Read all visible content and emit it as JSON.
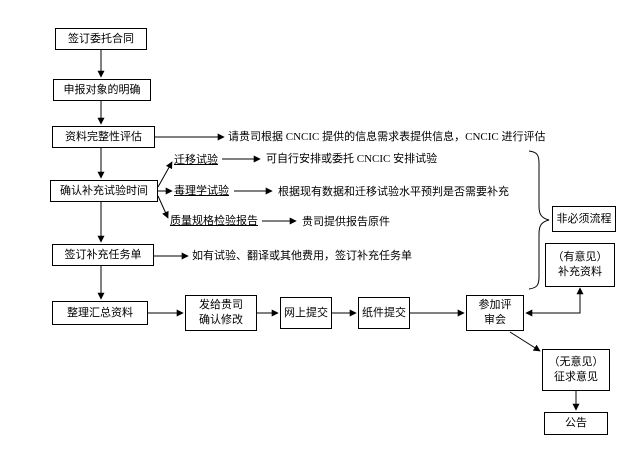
{
  "diagram": {
    "title": "declaration-workflow-flowchart",
    "colors": {
      "line": "#000000",
      "background": "#ffffff",
      "text": "#000000"
    },
    "boxes": {
      "sign_contract": "签订委托合同",
      "clarify_object": "申报对象的明确",
      "data_completeness": "资料完整性评估",
      "confirm_test_time": "确认补充试验时间",
      "sign_supplement_order": "签订补充任务单",
      "organize_data": "整理汇总资料",
      "send_confirm": "发给贵司确认修改",
      "online_submit": "网上提交",
      "paper_submit": "纸件提交",
      "attend_review": "参加评审会",
      "non_required": "非必须流程",
      "supplement_material": "（有意见）补充资料",
      "solicit_opinion": "（无意见）征求意见",
      "announcement": "公告"
    },
    "annotations": {
      "completeness_note": "请贵司根据 CNCIC 提供的信息需求表提供信息，CNCIC 进行评估",
      "migration_test": "迁移试验",
      "migration_note": "可自行安排或委托 CNCIC 安排试验",
      "toxicology_test": "毒理学试验",
      "toxicology_note": "根据现有数据和迁移试验水平预判是否需要补充",
      "quality_report": "质量规格检验报告",
      "quality_note": "贵司提供报告原件",
      "supplement_note": "如有试验、翻译或其他费用，签订补充任务单"
    }
  }
}
